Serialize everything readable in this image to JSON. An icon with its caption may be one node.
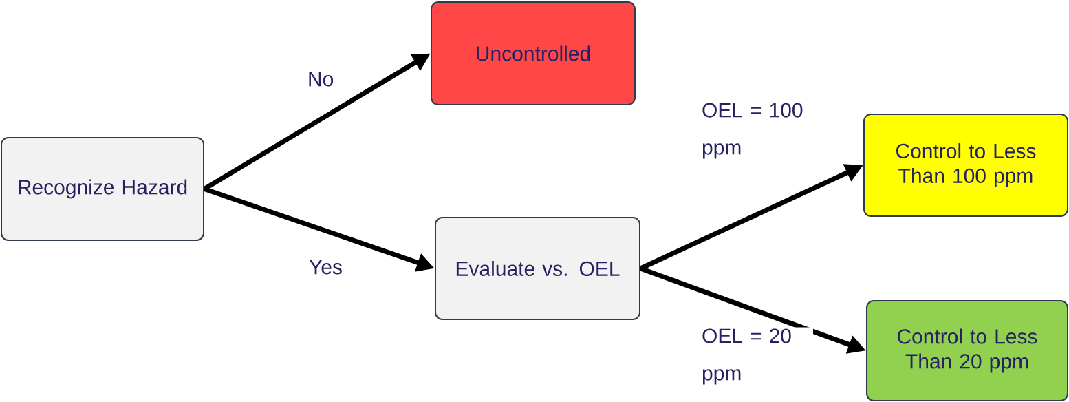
{
  "diagram": {
    "nodes": [
      {
        "text": [
          "Recognize Hazard"
        ]
      },
      {
        "text": [
          "Uncontrolled"
        ]
      },
      {
        "text": [
          "Evaluate vs. OEL"
        ]
      },
      {
        "text": [
          "Control to Less Than 100 ppm"
        ]
      },
      {
        "text": [
          "Control to Less Than 20 ppm"
        ]
      }
    ],
    "edges": [
      {
        "from": 0,
        "to": 1,
        "arrow": "to",
        "label": "No"
      },
      {
        "from": 0,
        "to": 2,
        "arrow": "to",
        "label": "Yes"
      },
      {
        "from": 2,
        "to": 3,
        "arrow": "to",
        "label": "OEL = 100 ppm"
      },
      {
        "from": 2,
        "to": 4,
        "arrow": "to",
        "label": "OEL = 20 ppm"
      }
    ]
  }
}
